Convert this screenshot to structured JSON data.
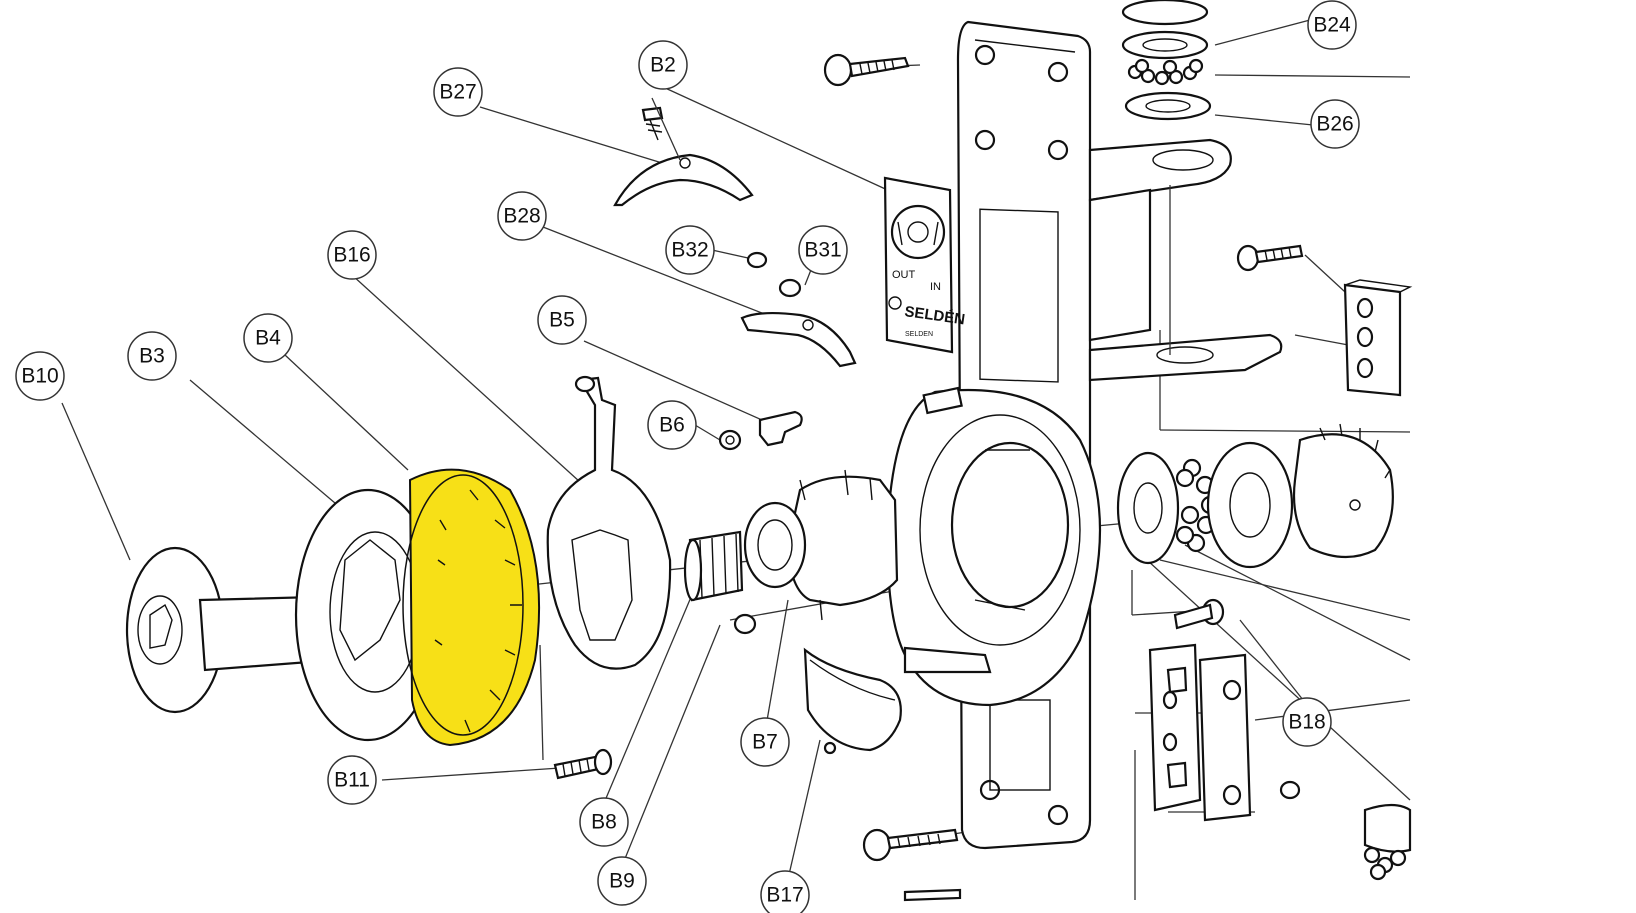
{
  "diagram": {
    "highlight_color": "#f7e017",
    "line_color": "#222222",
    "dial": {
      "label_out": "OUT",
      "label_in": "IN",
      "brand": "SELDÉN",
      "brand_small": "SELDEN"
    },
    "callouts": {
      "B2": "B2",
      "B3": "B3",
      "B4": "B4",
      "B5": "B5",
      "B6": "B6",
      "B7": "B7",
      "B8": "B8",
      "B9": "B9",
      "B10": "B10",
      "B11": "B11",
      "B16": "B16",
      "B17": "B17",
      "B18": "B18",
      "B24": "B24",
      "B26": "B26",
      "B27": "B27",
      "B28": "B28",
      "B31": "B31",
      "B32": "B32"
    }
  }
}
